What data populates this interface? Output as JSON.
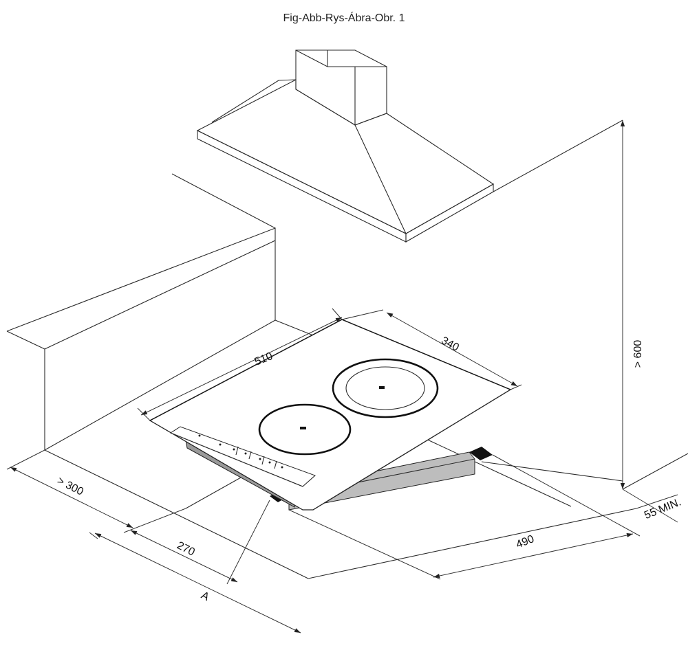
{
  "title": "Fig-Abb-Rys-Ábra-Obr. 1",
  "dimensions": {
    "hood_height": "> 600",
    "width": "510",
    "depth": "340",
    "wall_clearance": "> 300",
    "cutout_offset": "270",
    "distance_a": "A",
    "cutout_depth": "490",
    "edge_min": "55 MIN."
  }
}
